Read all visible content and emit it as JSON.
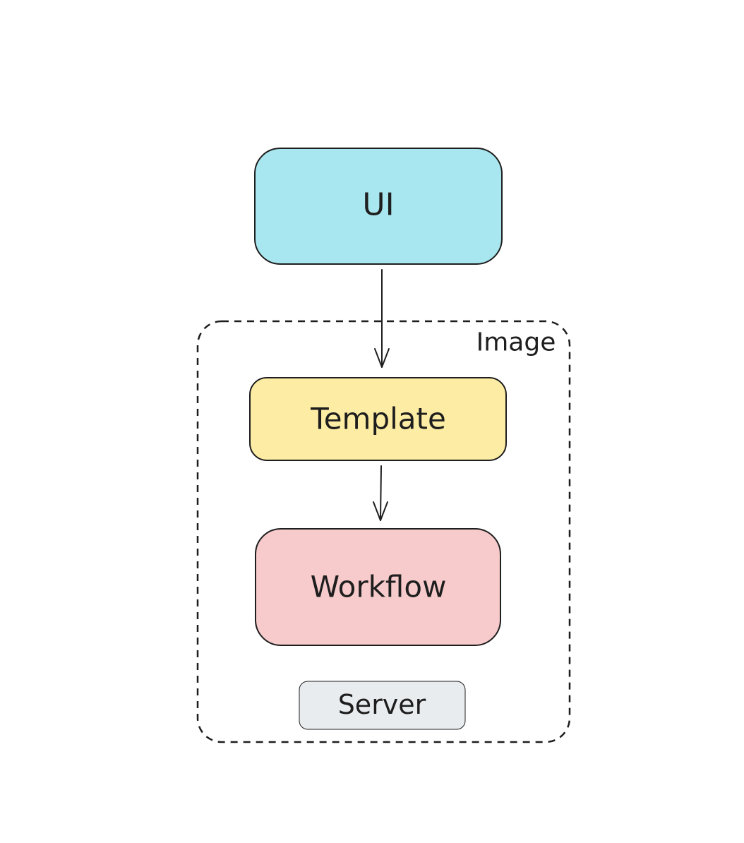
{
  "nodes": {
    "ui": {
      "label": "UI",
      "fill": "#a9e7f0"
    },
    "template": {
      "label": "Template",
      "fill": "#fdeca4"
    },
    "workflow": {
      "label": "Workflow",
      "fill": "#f7cbcb"
    },
    "server": {
      "label": "Server",
      "fill": "#e9ecef"
    }
  },
  "group": {
    "label": "Image",
    "stroke": "#1e1e1e",
    "style": "dashed"
  },
  "edges": [
    {
      "from": "UI",
      "to": "Template"
    },
    {
      "from": "Template",
      "to": "Workflow"
    }
  ]
}
